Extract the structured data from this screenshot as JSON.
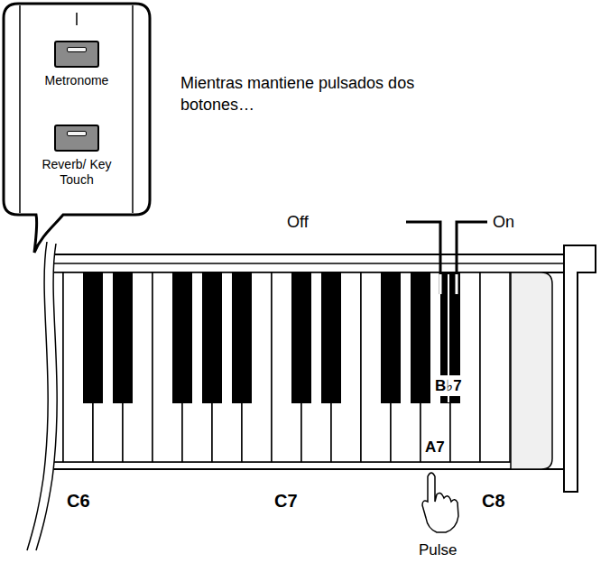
{
  "diagram": {
    "nodes": [
      {
        "text": [
          "Metronome"
        ]
      },
      {
        "text": [
          "Reverb/ Key Touch"
        ]
      }
    ],
    "labels": [
      "Mientras mantiene pulsados dos botones…",
      "Off",
      "On",
      "B♭7",
      "A7",
      "C6",
      "C7",
      "C8",
      "Pulse"
    ]
  }
}
